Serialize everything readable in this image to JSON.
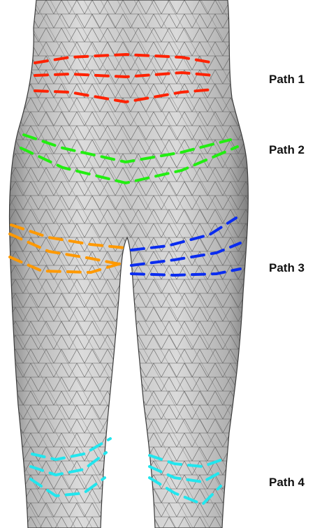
{
  "labels": {
    "path1": "Path 1",
    "path2": "Path 2",
    "path3": "Path 3",
    "path4": "Path 4"
  },
  "colors": {
    "path1": "#ff2200",
    "path2": "#22ee11",
    "path3_left": "#ff9900",
    "path3_right": "#0a2cf0",
    "path4": "#22e6ee",
    "mesh_fill": "#d3d3d3",
    "mesh_lines": "#555555",
    "background": "#ffffff"
  },
  "paths": [
    {
      "id": "path-1",
      "color_key": "path1",
      "dashed_lines": 3
    },
    {
      "id": "path-2",
      "color_key": "path2",
      "dashed_lines": 2
    },
    {
      "id": "path-3-left",
      "color_key": "path3_left",
      "dashed_lines": 3
    },
    {
      "id": "path-3-right",
      "color_key": "path3_right",
      "dashed_lines": 3
    },
    {
      "id": "path-4-left",
      "color_key": "path4",
      "dashed_lines": 3
    },
    {
      "id": "path-4-right",
      "color_key": "path4",
      "dashed_lines": 3
    }
  ]
}
